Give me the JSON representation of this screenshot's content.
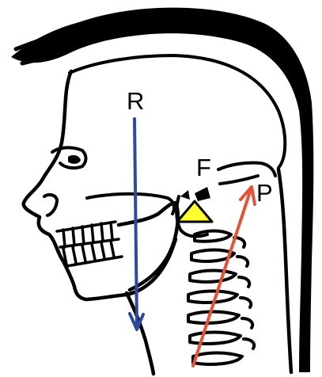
{
  "labels": {
    "resultant": "R",
    "fulcrum": "F",
    "posterior": "P"
  },
  "colors": {
    "ink": "#000000",
    "resultant_arrow": "#2d4a9c",
    "posterior_arrow": "#e1533b",
    "fulcrum_fill": "#ffff33",
    "background": "#ffffff"
  },
  "icons": {
    "resultant": "arrow-down-icon",
    "posterior": "arrow-up-right-icon",
    "fulcrum": "triangle-icon"
  }
}
